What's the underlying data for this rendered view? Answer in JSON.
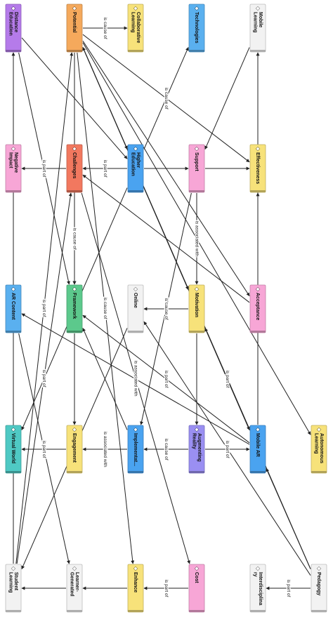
{
  "nodes": [
    {
      "id": "distance",
      "label": [
        "Distance",
        "Education"
      ],
      "color": "#b57bea"
    },
    {
      "id": "potential",
      "label": [
        "Potential"
      ],
      "color": "#f5a95c"
    },
    {
      "id": "collab",
      "label": [
        "Collaborative",
        "Learning"
      ],
      "color": "#f7e27a"
    },
    {
      "id": "technologies",
      "label": [
        "Technologies"
      ],
      "color": "#5ab0ef"
    },
    {
      "id": "mobilelearning",
      "label": [
        "Mobile",
        "Learning"
      ],
      "color": "#f2f2f2"
    },
    {
      "id": "negative",
      "label": [
        "Negative",
        "Impact"
      ],
      "color": "#f7a6d6"
    },
    {
      "id": "challenges",
      "label": [
        "Challenges"
      ],
      "color": "#f2785f"
    },
    {
      "id": "highered",
      "label": [
        "Higher",
        "Education"
      ],
      "color": "#4aa3f0"
    },
    {
      "id": "support",
      "label": [
        "Support"
      ],
      "color": "#f7a6d6"
    },
    {
      "id": "effectiveness",
      "label": [
        "Effectiveness"
      ],
      "color": "#f7e27a"
    },
    {
      "id": "arcontent",
      "label": [
        "AR Content"
      ],
      "color": "#5ab0ef"
    },
    {
      "id": "framework",
      "label": [
        "Framework"
      ],
      "color": "#5cc98c"
    },
    {
      "id": "online",
      "label": [
        "Online"
      ],
      "color": "#f2f2f2"
    },
    {
      "id": "motivation",
      "label": [
        "Motivation"
      ],
      "color": "#f7e27a"
    },
    {
      "id": "acceptance",
      "label": [
        "Acceptance"
      ],
      "color": "#f7a6d6"
    },
    {
      "id": "virtualworld",
      "label": [
        "Virtual World"
      ],
      "color": "#4fc9c4"
    },
    {
      "id": "engagement",
      "label": [
        "Engagement"
      ],
      "color": "#f7e27a"
    },
    {
      "id": "implementation",
      "label": [
        "Implementat..."
      ],
      "color": "#4aa3f0"
    },
    {
      "id": "augmenting",
      "label": [
        "Augmenting",
        "Reality"
      ],
      "color": "#9a8ff2"
    },
    {
      "id": "mobilear",
      "label": [
        "Mobile AR"
      ],
      "color": "#4aa3f0"
    },
    {
      "id": "autonomous",
      "label": [
        "Autonomous",
        "Learning"
      ],
      "color": "#f7e27a"
    },
    {
      "id": "student",
      "label": [
        "Student",
        "Learning"
      ],
      "color": "#f2f2f2"
    },
    {
      "id": "learnergen",
      "label": [
        "Learner-",
        "Generated"
      ],
      "color": "#f2f2f2"
    },
    {
      "id": "enhance",
      "label": [
        "Enhance"
      ],
      "color": "#f7e27a"
    },
    {
      "id": "cost",
      "label": [
        "Cost"
      ],
      "color": "#f7a6d6"
    },
    {
      "id": "interdisc",
      "label": [
        "Interdisciplina",
        "ry"
      ],
      "color": "#f2f2f2"
    },
    {
      "id": "pedagogy",
      "label": [
        "Pedagogy"
      ],
      "color": "#f2f2f2"
    }
  ],
  "edges": [
    {
      "from": "potential",
      "to": "collab",
      "label": "is cause of"
    },
    {
      "from": "highered",
      "to": "technologies",
      "label": "is cause of"
    },
    {
      "from": "challenges",
      "to": "negative",
      "label": "is part of"
    },
    {
      "from": "highered",
      "to": "challenges",
      "label": "is part of"
    },
    {
      "from": "highered",
      "to": "support",
      "label": ""
    },
    {
      "from": "support",
      "to": "effectiveness",
      "label": ""
    },
    {
      "from": "support",
      "to": "motivation",
      "label": "is associated with"
    },
    {
      "from": "mobilear",
      "to": "effectiveness",
      "label": "is part of"
    },
    {
      "from": "challenges",
      "to": "framework",
      "label": "is cause of"
    },
    {
      "from": "potential",
      "to": "framework",
      "label": "is part of"
    },
    {
      "from": "framework",
      "to": "engagement",
      "label": ""
    },
    {
      "from": "implementation",
      "to": "engagement",
      "label": "is associated with"
    },
    {
      "from": "augmenting",
      "to": "implementation",
      "label": "is cause of"
    },
    {
      "from": "engagement",
      "to": "virtualworld",
      "label": "is part of"
    },
    {
      "from": "augmenting",
      "to": "mobilear",
      "label": "is part of"
    },
    {
      "from": "motivation",
      "to": "augmenting",
      "label": ""
    },
    {
      "from": "highered",
      "to": "motivation",
      "label": ""
    },
    {
      "from": "potential",
      "to": "highered",
      "label": ""
    },
    {
      "from": "potential",
      "to": "acceptance",
      "label": ""
    },
    {
      "from": "potential",
      "to": "effectiveness",
      "label": ""
    },
    {
      "from": "potential",
      "to": "autonomous",
      "label": ""
    },
    {
      "from": "potential",
      "to": "motivation",
      "label": ""
    },
    {
      "from": "distance",
      "to": "highered",
      "label": ""
    },
    {
      "from": "distance",
      "to": "framework",
      "label": ""
    },
    {
      "from": "mobilear",
      "to": "arcontent",
      "label": "is part of"
    },
    {
      "from": "mobilear",
      "to": "framework",
      "label": "is part of"
    },
    {
      "from": "mobilear",
      "to": "motivation",
      "label": "is part of"
    },
    {
      "from": "mobilear",
      "to": "mobilelearning",
      "label": ""
    },
    {
      "from": "pedagogy",
      "to": "interdisc",
      "label": "is part of"
    },
    {
      "from": "pedagogy",
      "to": "online",
      "label": ""
    },
    {
      "from": "cost",
      "to": "enhance",
      "label": "is part of"
    },
    {
      "from": "enhance",
      "to": "learnergen",
      "label": ""
    },
    {
      "from": "learnergen",
      "to": "student",
      "label": ""
    },
    {
      "from": "student",
      "to": "potential",
      "label": "is part of"
    },
    {
      "from": "student",
      "to": "challenges",
      "label": "is part of"
    },
    {
      "from": "student",
      "to": "distance",
      "label": ""
    },
    {
      "from": "online",
      "to": "student",
      "label": ""
    },
    {
      "from": "highered",
      "to": "virtualworld",
      "label": "is part of"
    },
    {
      "from": "challenges",
      "to": "cost",
      "label": "is associated with"
    },
    {
      "from": "potential",
      "to": "enhance",
      "label": "is cause of"
    },
    {
      "from": "implementation",
      "to": "framework",
      "label": ""
    },
    {
      "from": "arcontent",
      "to": "learnergen",
      "label": ""
    },
    {
      "from": "pedagogy",
      "to": "potential",
      "label": ""
    },
    {
      "from": "acceptance",
      "to": "challenges",
      "label": ""
    },
    {
      "from": "potential",
      "to": "mobilear",
      "label": ""
    },
    {
      "from": "pedagogy",
      "to": "mobilear",
      "label": ""
    },
    {
      "from": "motivation",
      "to": "online",
      "label": ""
    },
    {
      "from": "support",
      "to": "implementation",
      "label": "is cause of"
    },
    {
      "from": "mobilelearning",
      "to": "support",
      "label": ""
    }
  ]
}
